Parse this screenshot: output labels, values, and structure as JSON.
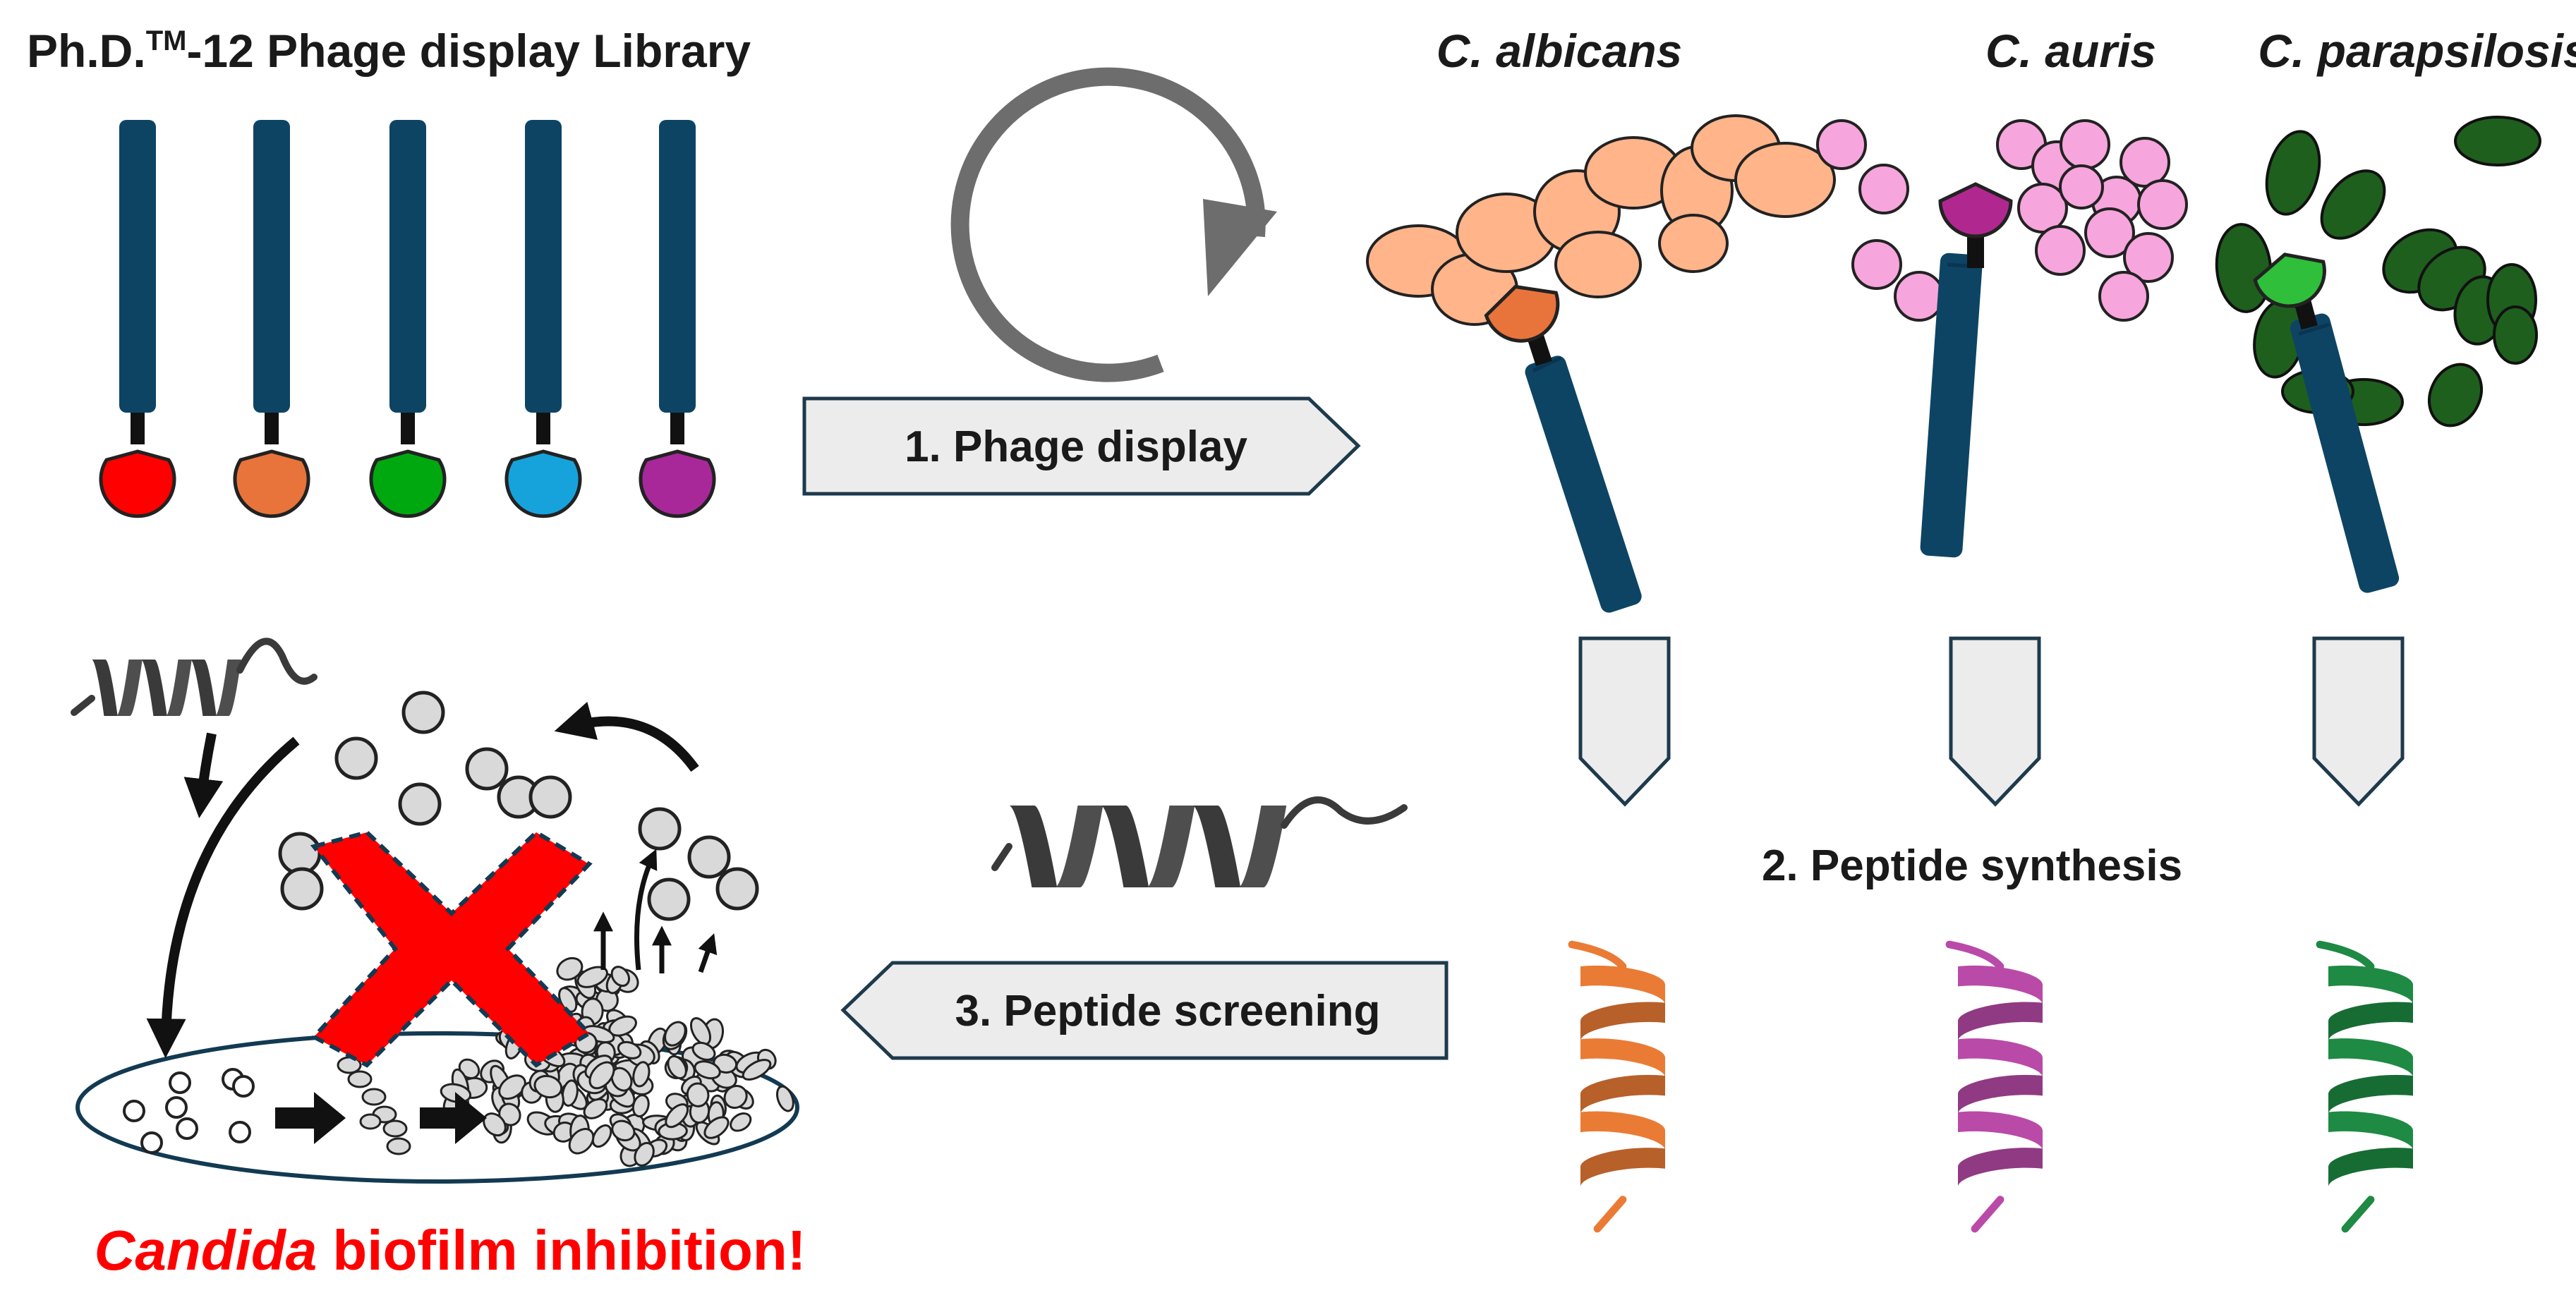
{
  "library": {
    "title_part1": "Ph.D.",
    "title_tm": "TM",
    "title_part2": "-12 Phage display Library",
    "tip_colors": [
      "#ff0000",
      "#e8743b",
      "#00a80f",
      "#16a3dc",
      "#a8289a"
    ]
  },
  "species": [
    {
      "name": "C. albicans",
      "tip_color": "#e8743b",
      "cell_color": "#ffb48a"
    },
    {
      "name": "C. auris",
      "tip_color": "#b0288f",
      "cell_color": "#f7a5dd"
    },
    {
      "name": "C. parapsilosis",
      "tip_color": "#2fbf3a",
      "cell_color": "#1e5f1e"
    }
  ],
  "steps": {
    "step1": "1. Phage display",
    "step2": "2. Peptide synthesis",
    "step3": "3. Peptide screening"
  },
  "conclusion": {
    "italic_part": "Candida",
    "rest": " biofilm inhibition!"
  },
  "colors": {
    "phage_body": "#0d4463",
    "helix_orange": "#ea7b35",
    "helix_purple": "#b94aa8",
    "helix_green": "#1e8a43",
    "helix_gray": "#3a3a3a",
    "conclusion_red": "#ff0000",
    "cross_red": "#ff0000",
    "arrow_fill": "#ececec",
    "cycle_gray": "#6d6d6d"
  }
}
